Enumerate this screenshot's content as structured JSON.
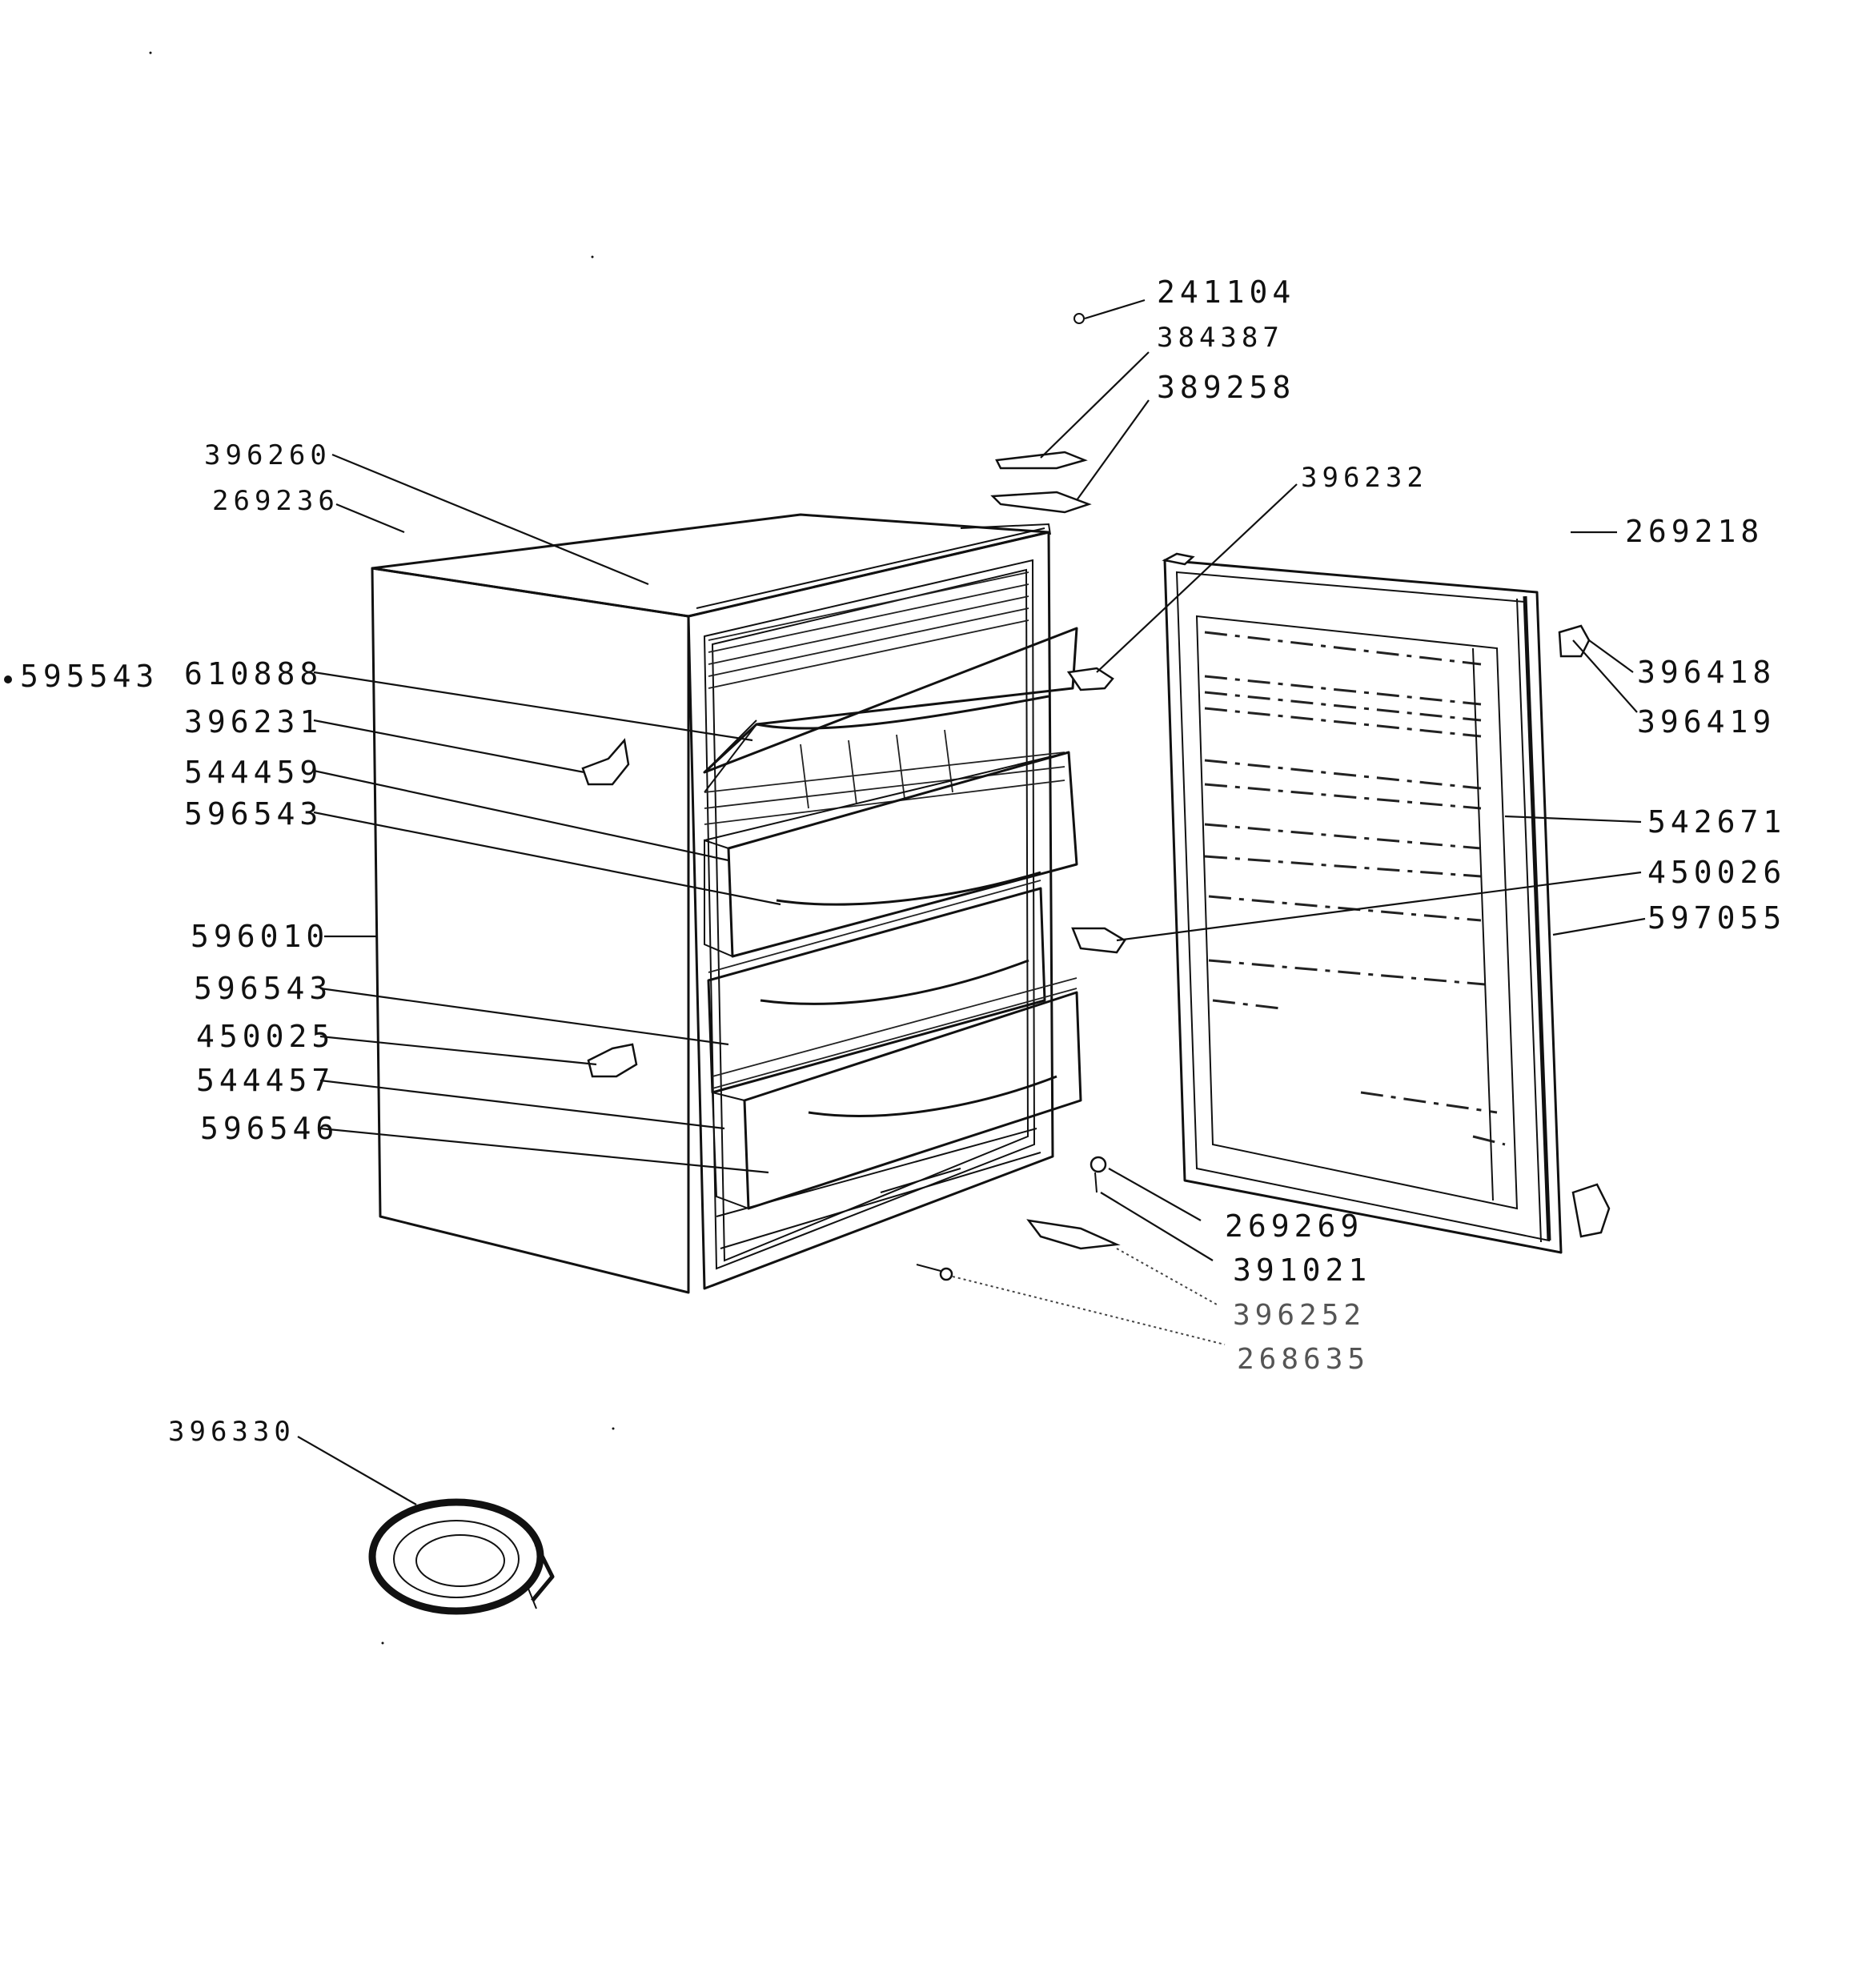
{
  "labels": {
    "p241104": "241104",
    "p384387": "384387",
    "p389258": "389258",
    "p396260": "396260",
    "p269236": "269236",
    "p396232": "396232",
    "p269218": "269218",
    "p595543": "595543",
    "p610888": "610888",
    "p396231": "396231",
    "p544459": "544459",
    "p596543a": "596543",
    "p596010": "596010",
    "p596543b": "596543",
    "p450025": "450025",
    "p544457": "544457",
    "p596546": "596546",
    "p396418": "396418",
    "p396419": "396419",
    "p542671": "542671",
    "p450026": "450026",
    "p597055": "597055",
    "p269269": "269269",
    "p391021": "391021",
    "p396252": "396252",
    "p268635": "268635",
    "p396330": "396330"
  },
  "colors": {
    "ink": "#111111",
    "paper": "#ffffff"
  }
}
